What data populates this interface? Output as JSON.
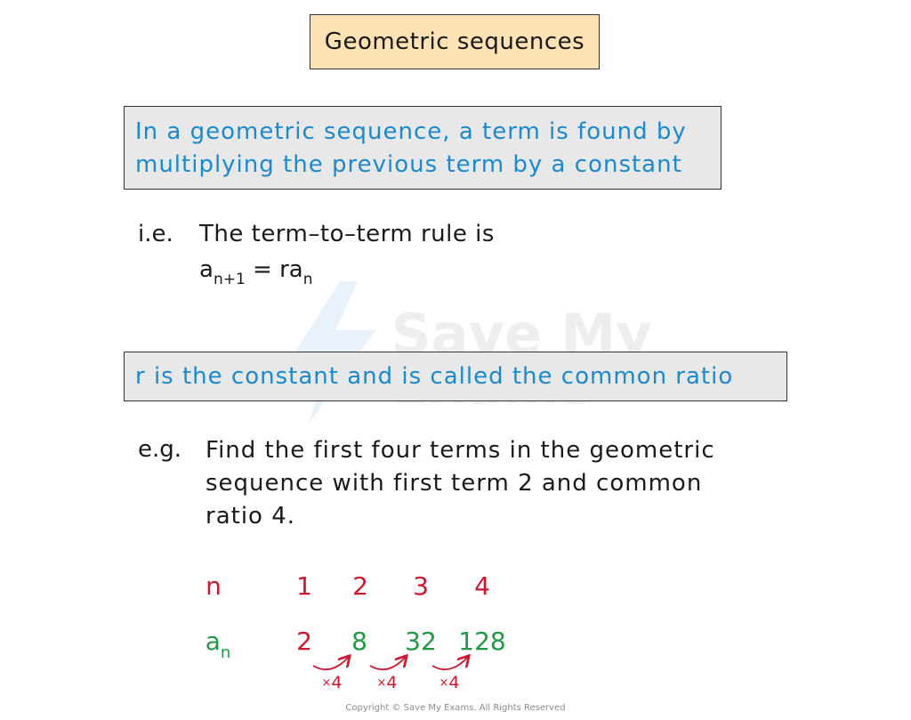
{
  "title": "Geometric sequences",
  "definition": "In a geometric sequence, a term is found by multiplying the previous term by a constant",
  "ie": {
    "label": "i.e.",
    "text": "The term–to–term rule is",
    "formula": {
      "lhs_base": "a",
      "lhs_sub": "n+1",
      "eq": "=",
      "rhs_base": "ra",
      "rhs_sub": "n"
    }
  },
  "ratio_definition": "r is the constant and is called the common ratio",
  "example": {
    "label": "e.g.",
    "lines": [
      "Find the first four terms in the geometric",
      "sequence with first term 2 and common",
      "ratio 4."
    ]
  },
  "table": {
    "n_label": "n",
    "n_values": [
      "1",
      "2",
      "3",
      "4"
    ],
    "a_label_base": "a",
    "a_label_sub": "n",
    "a_values": [
      "2",
      "8",
      "32",
      "128"
    ],
    "multipliers": [
      {
        "symbol": "×",
        "value": "4"
      },
      {
        "symbol": "×",
        "value": "4"
      },
      {
        "symbol": "×",
        "value": "4"
      }
    ]
  },
  "watermark": {
    "line1": "Save My",
    "line2": "Exams"
  },
  "copyright": "Copyright © Save My Exams. All Rights Reserved",
  "colors": {
    "title_bg": "#fde3b4",
    "box_bg": "#e8e8e8",
    "definition_text": "#1a8ad0",
    "n_row": "#d0152e",
    "an_values": "#1e9a45",
    "arrows": "#d0152e"
  }
}
